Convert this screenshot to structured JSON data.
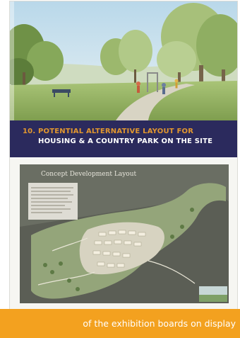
{
  "board": {
    "title_line1": "10. POTENTIAL ALTERNATIVE LAYOUT FOR",
    "title_line2": "HOUSING & A COUNTRY PARK ON THE SITE",
    "plan_title": "Concept Development Layout",
    "colors": {
      "banner": "#2b2a5d",
      "title_accent": "#e1972f",
      "title_text": "#ffffff",
      "caption_bar": "#f3a11f"
    }
  },
  "caption": {
    "text": "of the exhibition boards on display"
  }
}
